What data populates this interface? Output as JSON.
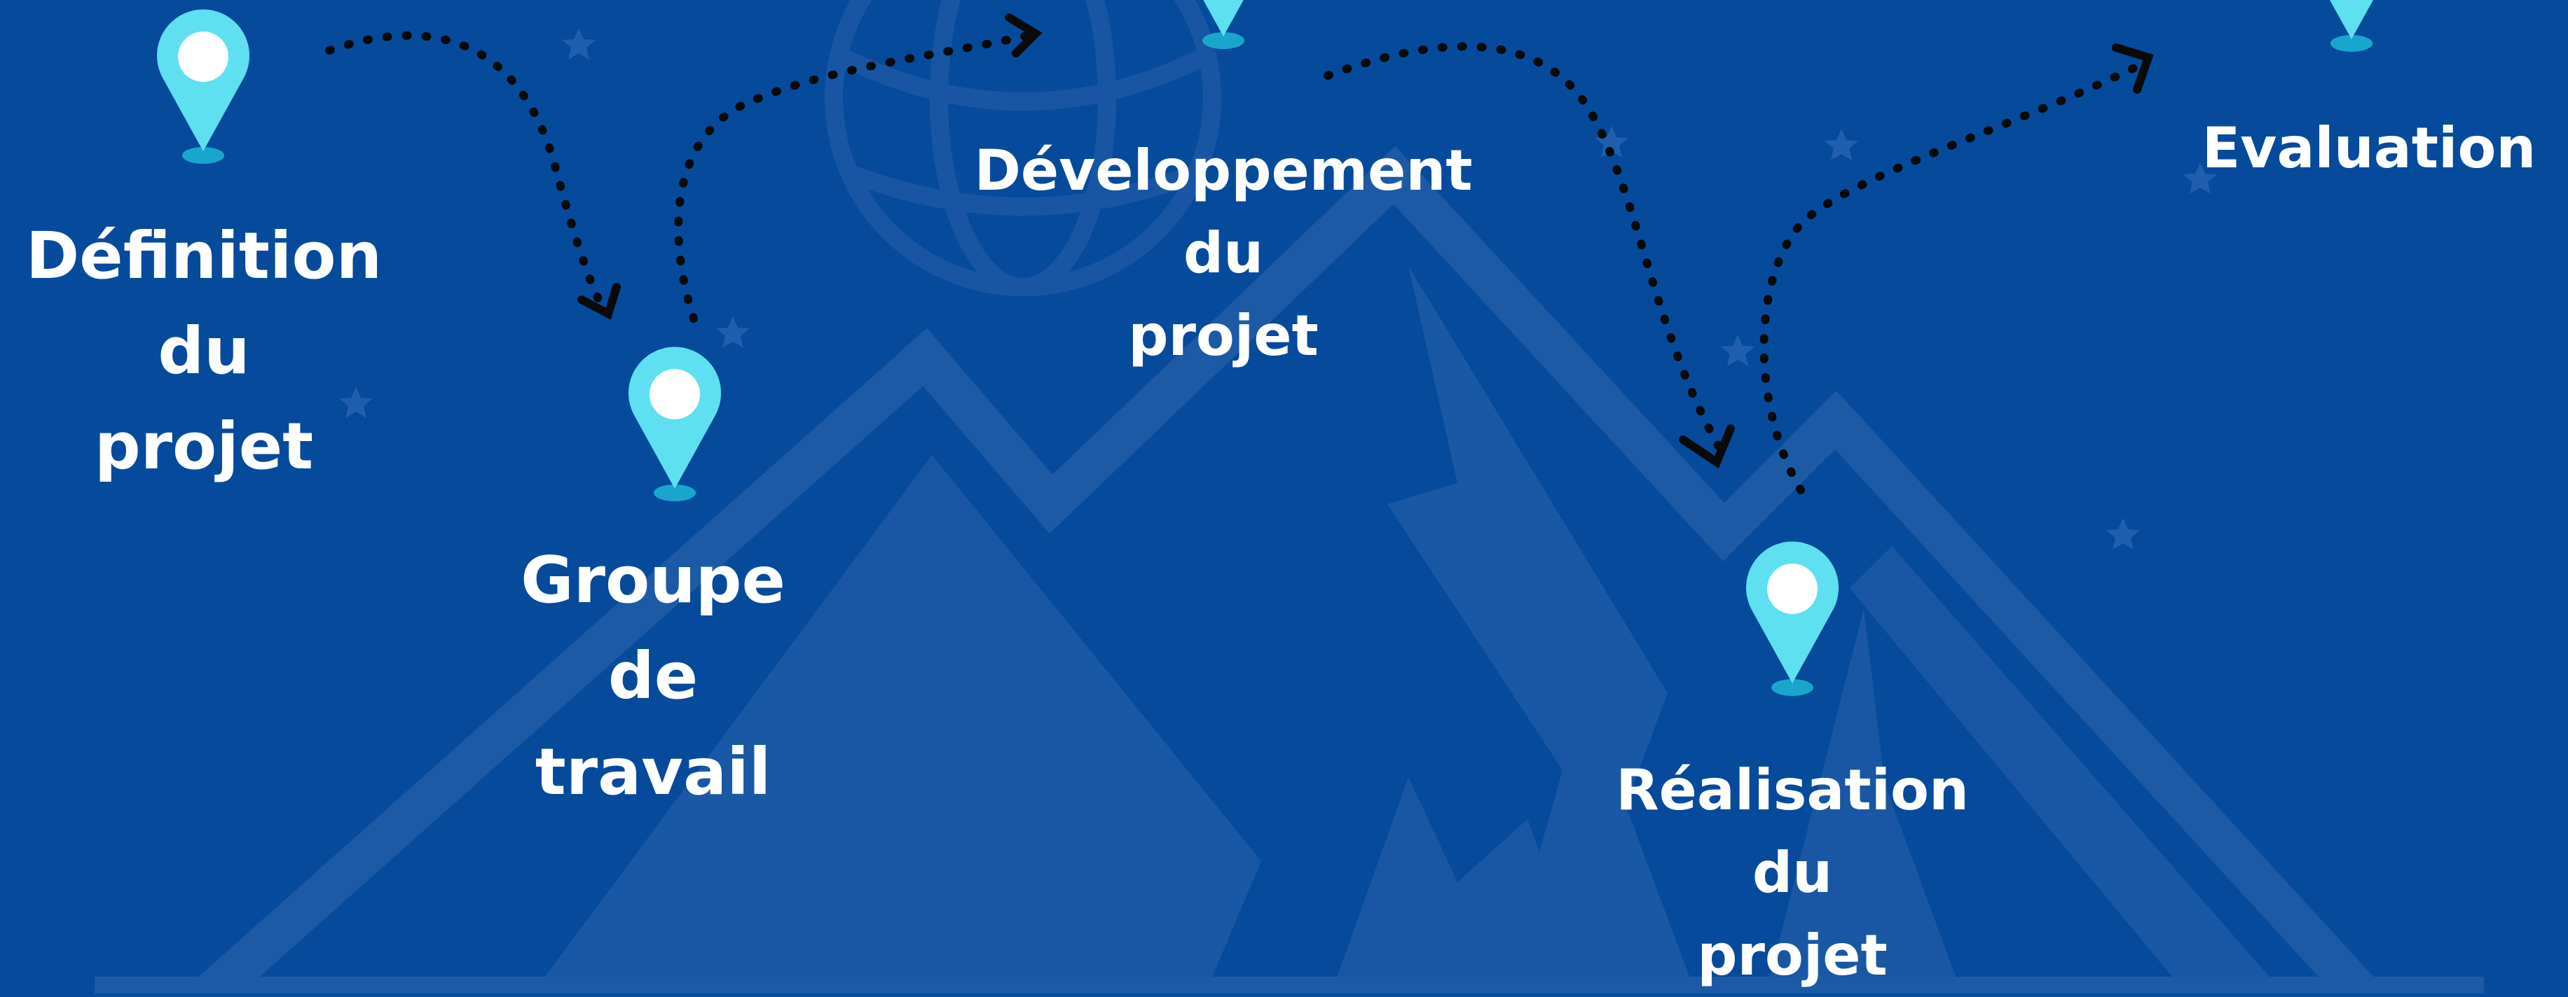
{
  "colors": {
    "background": "#064a9c",
    "decor": "#1d5aa6",
    "pin": "#5ee0f0",
    "pin_dot": "#ffffff",
    "arrow": "#0a0a0a",
    "text": "#ffffff"
  },
  "steps": [
    {
      "id": "definition",
      "icon": "map-pin-icon",
      "lines": [
        "Définition",
        "du",
        "projet"
      ]
    },
    {
      "id": "groupe",
      "icon": "map-pin-icon",
      "lines": [
        "Groupe",
        "de",
        "travail"
      ]
    },
    {
      "id": "developpement",
      "icon": "map-pin-icon",
      "lines": [
        "Développement",
        "du",
        "projet"
      ]
    },
    {
      "id": "realisation",
      "icon": "map-pin-icon",
      "lines": [
        "Réalisation",
        "du",
        "projet"
      ]
    },
    {
      "id": "evaluation",
      "icon": "map-pin-icon",
      "lines": [
        "Evaluation"
      ]
    }
  ]
}
